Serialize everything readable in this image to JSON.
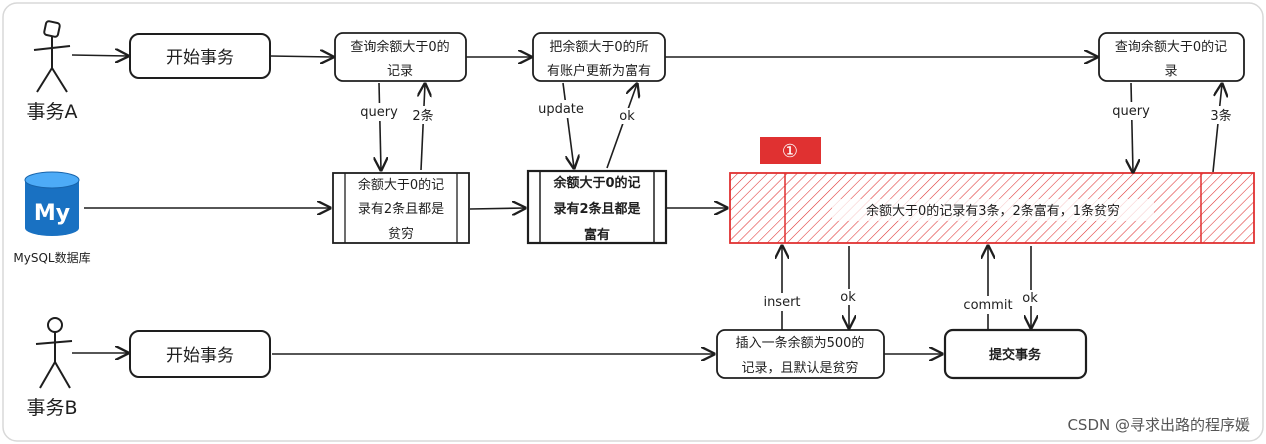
{
  "actors": {
    "a": {
      "name": "事务A"
    },
    "b": {
      "name": "事务B"
    }
  },
  "database": {
    "caption": "MySQL数据库",
    "logo_text": "My"
  },
  "boxes": {
    "a_begin": "开始事务",
    "a_query1": [
      "查询余额大于0的",
      "记录"
    ],
    "a_update": [
      "把余额大于0的所",
      "有账户更新为富有"
    ],
    "a_query2": [
      "查询余额大于0的记",
      "录"
    ],
    "db_state1": [
      "余额大于0的记",
      "录有2条且都是",
      "贫穷"
    ],
    "db_state2": [
      "余额大于0的记",
      "录有2条且都是",
      "富有"
    ],
    "db_state3": "余额大于0的记录有3条，2条富有，1条贫穷",
    "b_begin": "开始事务",
    "b_insert": [
      "插入一条余额为500的",
      "记录，且默认是贫穷"
    ],
    "b_commit": "提交事务"
  },
  "edges": {
    "query": "query",
    "two_rows": "2条",
    "update": "update",
    "ok": "ok",
    "three_rows": "3条",
    "insert": "insert",
    "commit": "commit"
  },
  "marker": "①",
  "colors": {
    "ink": "#1e1e1e",
    "highlight": "#e03131",
    "marker_bg": "#e03131",
    "db_blue": "#1971c2"
  },
  "watermark": "CSDN @寻求出路的程序媛"
}
